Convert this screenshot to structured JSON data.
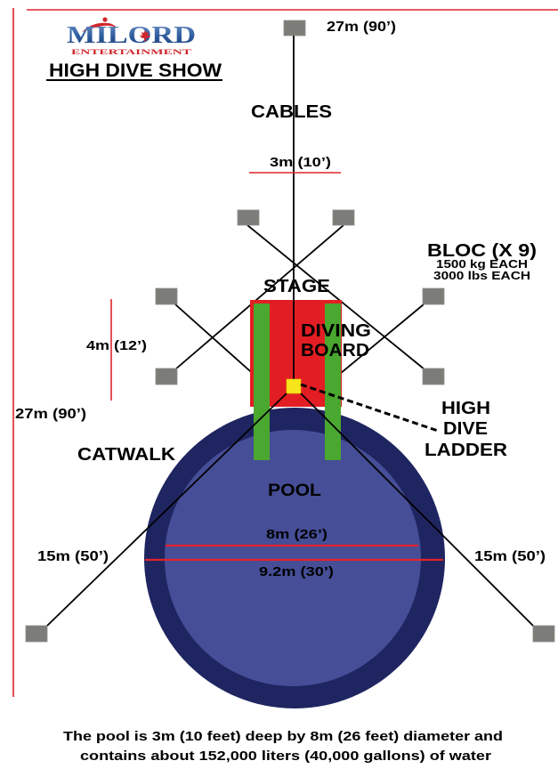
{
  "logo": {
    "name": "MILORD",
    "tagline": "ENTERTAINMENT"
  },
  "title": "HIGH DIVE SHOW",
  "labels": {
    "cables": "CABLES",
    "stage": "STAGE",
    "diving_board_line1": "DIVING",
    "diving_board_line2": "BOARD",
    "catwalk": "CATWALK",
    "ladder_line1": "HIGH",
    "ladder_line2": "DIVE",
    "ladder_line3": "LADDER",
    "pool": "POOL"
  },
  "blocks": {
    "label": "BLOC (X 9)",
    "weight_kg": "1500 kg EACH",
    "weight_lbs": "3000 lbs EACH"
  },
  "dimensions": {
    "top_height": "27m (90’)",
    "left_height": "27m (90’)",
    "cable_spread": "3m (10’)",
    "stage_height": "4m (12’)",
    "pool_inner_diameter": "8m (26’)",
    "pool_outer_diameter": "9.2m (30’)",
    "anchor_left": "15m (50’)",
    "anchor_right": "15m (50’)"
  },
  "footer": {
    "line1": "The pool is 3m (10 feet) deep by 8m (26 feet) diameter and",
    "line2": "contains about 152,000 liters (40,000 gallons) of water"
  },
  "colors": {
    "dimension_line": "#e0242a",
    "stage": "#e31d24",
    "catwalk": "#4aa72f",
    "ladder": "#f5e51a",
    "pool_outer": "#1f2561",
    "pool_inner": "#464e97",
    "block": "#7c7d78",
    "logo_red": "#d1262c"
  }
}
